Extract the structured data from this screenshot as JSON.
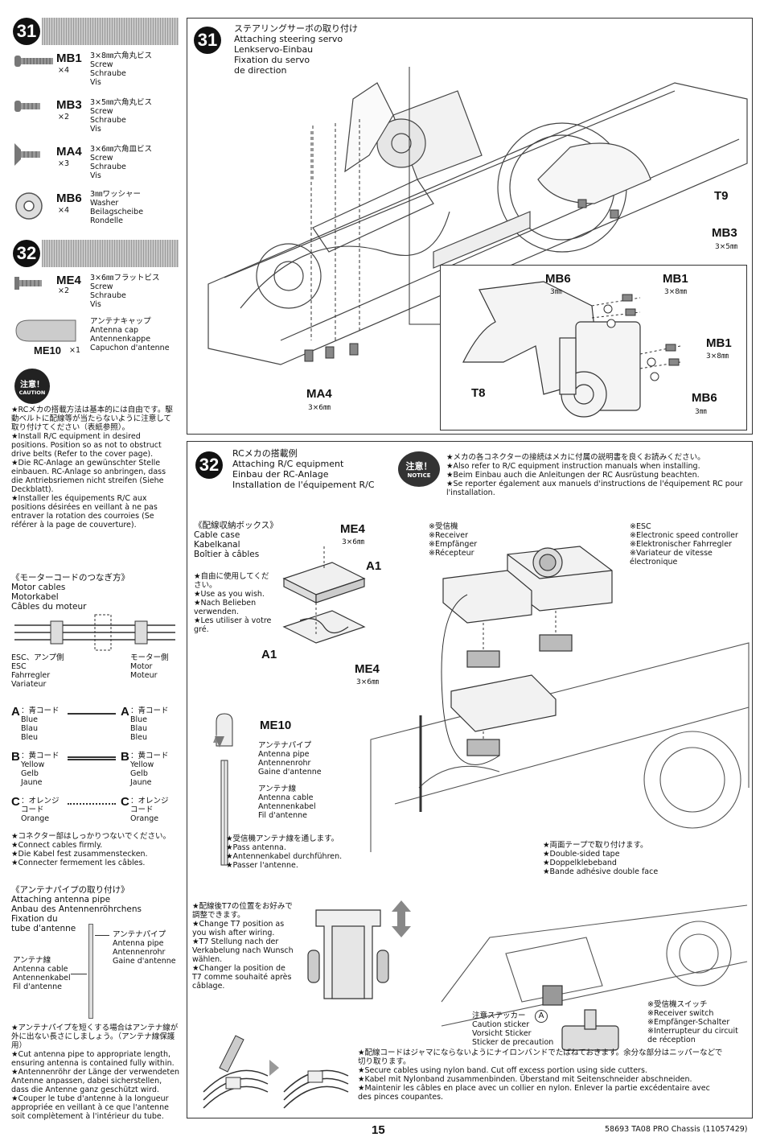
{
  "left": {
    "step31": {
      "number": "31",
      "parts": [
        {
          "code": "MB1",
          "qty": "×4",
          "desc": "3×8㎜六角丸ビス\nScrew\nSchraube\nVis"
        },
        {
          "code": "MB3",
          "qty": "×2",
          "desc": "3×5㎜六角丸ビス\nScrew\nSchraube\nVis"
        },
        {
          "code": "MA4",
          "qty": "×3",
          "desc": "3×6㎜六角皿ビス\nScrew\nSchraube\nVis"
        },
        {
          "code": "MB6",
          "qty": "×4",
          "desc": "3㎜ワッシャー\nWasher\nBeilagscheibe\nRondelle"
        }
      ]
    },
    "step32": {
      "number": "32",
      "parts": [
        {
          "code": "ME4",
          "qty": "×2",
          "desc": "3×6㎜フラットビス\nScrew\nSchraube\nVis"
        },
        {
          "code": "ME10",
          "qty": "×1",
          "desc": "アンテナキャップ\nAntenna cap\nAntennenkappe\nCapuchon d'antenne"
        }
      ]
    },
    "caution": {
      "badge_jp": "注意！",
      "badge_en": "CAUTION",
      "text": "★RCメカの搭載方法は基本的には自由です。駆動ベルトに配線等が当たらないように注意して取り付けてください（表紙参照）。\n★Install R/C equipment in desired positions. Position so as not to obstruct drive belts (Refer to the cover page).\n★Die RC-Anlage an gewünschter Stelle einbauen. RC-Anlage so anbringen, dass die Antriebsriemen nicht streifen (Siehe Deckblatt).\n★Installer les équipements R/C aux positions désirées en veillant à ne pas entraver la rotation des courroies (Se référer à la page de couverture)."
    },
    "motor_cable": {
      "title": "《モーターコードのつなぎ方》\nMotor cables\nMotorkabel\nCâbles du moteur",
      "esc_side": "ESC、アンプ側\nESC\nFahrregler\nVariateur",
      "motor_side": "モーター側\nMotor\nMoteur",
      "wires": [
        {
          "letter": "A",
          "desc": "：青コード\nBlue\nBlau\nBleu"
        },
        {
          "letter": "B",
          "desc": "：黄コード\nYellow\nGelb\nJaune"
        },
        {
          "letter": "C",
          "desc": "：オレンジコード\nOrange"
        }
      ],
      "note": "★コネクター部はしっかりつないでください。\n★Connect cables firmly.\n★Die Kabel fest zusammenstecken.\n★Connecter fermement les câbles."
    },
    "antenna_pipe": {
      "title": "《アンテナパイプの取り付け》\nAttaching antenna pipe\nAnbau des Antennenröhrchens\nFixation du\ntube d'antenne",
      "pipe_label": "アンテナパイプ\nAntenna pipe\nAntennenrohr\nGaine d'antenne",
      "cable_label": "アンテナ線\nAntenna cable\nAntennenkabel\nFil d'antenne",
      "note": "★アンテナパイプを短くする場合はアンテナ線が外に出ない長さにしましょう。（アンテナ線保護用）\n★Cut antenna pipe to appropriate length, ensuring antenna is contained fully within.\n★Antennenröhr der Länge der verwendeten Antenne anpassen, dabei sicherstellen, dass die Antenne ganz geschützt wird.\n★Couper le tube d'antenne à la longueur appropriée en veillant à ce que l'antenne soit complètement à l'intérieur du tube."
    }
  },
  "step31_diagram": {
    "number": "31",
    "title": "ステアリングサーボの取り付け\nAttaching steering servo\nLenkservo-Einbau\nFixation du servo\nde direction",
    "labels": {
      "t9": "T9",
      "mb3": "MB3",
      "mb3_size": "3×5㎜",
      "ma4": "MA4",
      "ma4_size": "3×6㎜",
      "mb6_top": "MB6",
      "mb6_top_size": "3㎜",
      "mb1_top": "MB1",
      "mb1_top_size": "3×8㎜",
      "mb1_mid": "MB1",
      "mb1_mid_size": "3×8㎜",
      "mb6_bottom": "MB6",
      "mb6_bottom_size": "3㎜",
      "t8": "T8"
    }
  },
  "step32_diagram": {
    "number": "32",
    "title": "RCメカの搭載例\nAttaching R/C equipment\nEinbau der RC-Anlage\nInstallation de l'équipement R/C",
    "notice_jp": "注意！",
    "notice_en": "NOTICE",
    "notice_text": "★メカの各コネクターの接続はメカに付属の説明書を良くお読みください。\n★Also refer to R/C equipment instruction manuals when installing.\n★Beim Einbau auch die Anleitungen der RC Ausrüstung beachten.\n★Se reporter également aux manuels d'instructions de l'équipement RC pour l'installation.",
    "cable_case": {
      "title": "《配線収納ボックス》\nCable case\nKabelkanal\nBoîtier à câbles",
      "note": "★自由に使用してください。\n★Use as you wish.\n★Nach Belieben verwenden.\n★Les utiliser à votre gré.",
      "me4_top": "ME4",
      "me4_top_size": "3×6㎜",
      "a1_top": "A1",
      "a1_left": "A1",
      "me4_bottom": "ME4",
      "me4_bottom_size": "3×6㎜"
    },
    "me10": "ME10",
    "pipe_label": "アンテナパイプ\nAntenna pipe\nAntennenrohr\nGaine d'antenne",
    "cable_label": "アンテナ線\nAntenna cable\nAntennenkabel\nFil d'antenne",
    "pass_antenna": "★受信機アンテナ線を通します。\n★Pass antenna.\n★Antennenkabel durchführen.\n★Passer l'antenne.",
    "receiver": "※受信機\n※Receiver\n※Empfänger\n※Récepteur",
    "esc": "※ESC\n※Electronic speed controller\n※Elektronischer Fahrregler\n※Variateur de vitesse\nélectronique",
    "tape": "★両面テープで取り付けます。\n★Double-sided tape\n★Doppelklebeband\n★Bande adhésive double face",
    "t7_note": "★配線後T7の位置をお好みで調整できます。\n★Change T7 position as you wish after wiring.\n★T7 Stellung nach der Verkabelung nach Wunsch wählen.\n★Changer la position de T7 comme souhaité après câblage.",
    "caution_sticker": "注意ステッカー\nCaution sticker\nVorsicht Sticker\nSticker de precaution",
    "sticker_letter": "A",
    "receiver_switch": "※受信機スイッチ\n※Receiver switch\n※Empfänger-Schalter\n※Interrupteur du circuit\nde réception",
    "nylon_band": "★配線コードはジャマにならないようにナイロンバンドでたばねておきます。余分な部分はニッパーなどで切り取ります。\n★Secure cables using nylon band. Cut off excess portion using side cutters.\n★Kabel mit Nylonband zusammenbinden. Überstand mit Seitenschneider abschneiden.\n★Maintenir les câbles en place avec un collier en nylon. Enlever la partie excédentaire avec des pinces coupantes."
  },
  "footer": {
    "page": "15",
    "product": "58693 TA08 PRO Chassis (11057429)"
  }
}
